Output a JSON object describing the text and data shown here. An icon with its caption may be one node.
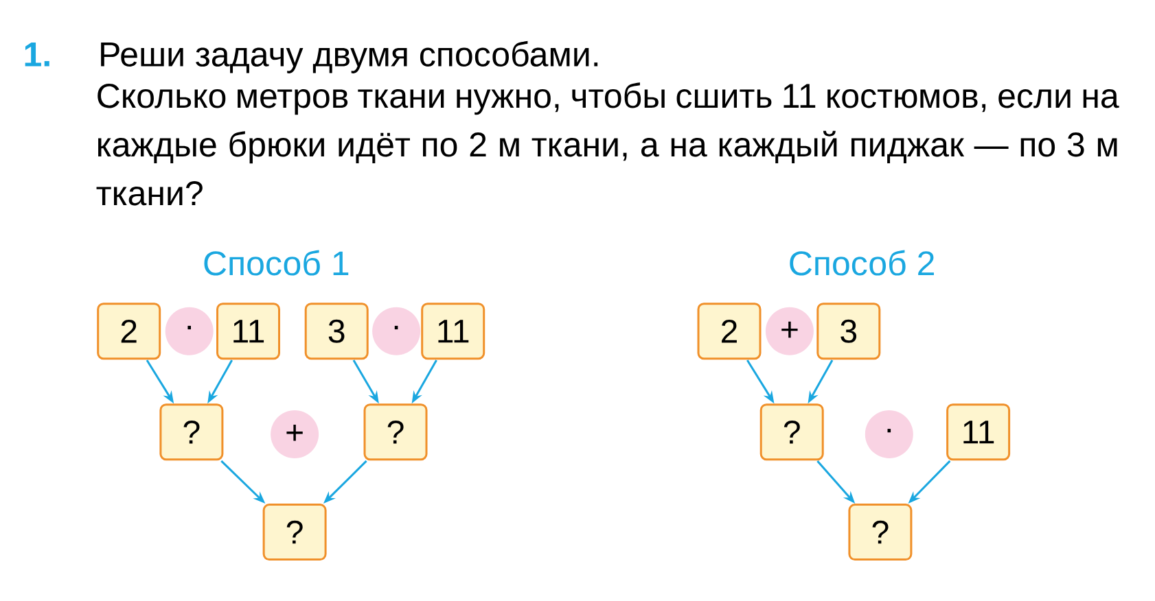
{
  "diagram": {
    "title": "Реши задачу двумя способами.",
    "nodes": [
      {
        "text": [
          "2"
        ]
      },
      {
        "text": [
          "·"
        ]
      },
      {
        "text": [
          "11"
        ]
      },
      {
        "text": [
          "3"
        ]
      },
      {
        "text": [
          "·"
        ]
      },
      {
        "text": [
          "11"
        ]
      },
      {
        "text": [
          "2"
        ]
      },
      {
        "text": [
          "+"
        ]
      },
      {
        "text": [
          "3"
        ]
      },
      {
        "text": [
          "?"
        ]
      },
      {
        "text": [
          "+"
        ]
      },
      {
        "text": [
          "?"
        ]
      },
      {
        "text": [
          "?"
        ]
      },
      {
        "text": [
          "·"
        ]
      },
      {
        "text": [
          "11"
        ]
      },
      {
        "text": [
          "?"
        ]
      },
      {
        "text": [
          "?"
        ]
      }
    ],
    "edges": [
      {
        "from": 0,
        "to": 9,
        "arrow": "to"
      },
      {
        "from": 2,
        "to": 9,
        "arrow": "to"
      },
      {
        "from": 3,
        "to": 11,
        "arrow": "to"
      },
      {
        "from": 5,
        "to": 11,
        "arrow": "to"
      },
      {
        "from": 9,
        "to": 15,
        "arrow": "to"
      },
      {
        "from": 11,
        "to": 15,
        "arrow": "to"
      },
      {
        "from": 6,
        "to": 12,
        "arrow": "to"
      },
      {
        "from": 8,
        "to": 12,
        "arrow": "to"
      },
      {
        "from": 12,
        "to": 16,
        "arrow": "to"
      },
      {
        "from": 14,
        "to": 16,
        "arrow": "to"
      }
    ],
    "labels": [
      "1.",
      "Сколько метров ткани нужно, чтобы сшить 11 костюмов, если на каждые брюки идёт по 2 м ткани, а на каждый пиджак — по 3 м ткани?",
      "Способ 1",
      "Способ 2"
    ]
  }
}
